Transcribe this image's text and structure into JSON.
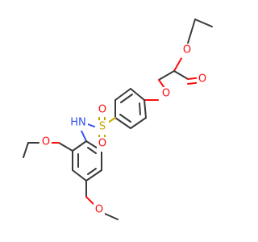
{
  "colors": {
    "carbon": "#3a3a3a",
    "oxygen": "#ff0d0d",
    "nitrogen": "#3050f8",
    "sulfur": "#c8a800"
  },
  "labels": {
    "ester_carbonyl_o": "O",
    "ester_single_o": "O",
    "ether_o": "O",
    "sulfonyl_s": "S",
    "sulfonyl_o_top": "O",
    "sulfonyl_o_bottom": "O",
    "sulfonamide_nh": "HN",
    "methoxy_o_upper": "O",
    "methoxy_o_lower": "O"
  }
}
